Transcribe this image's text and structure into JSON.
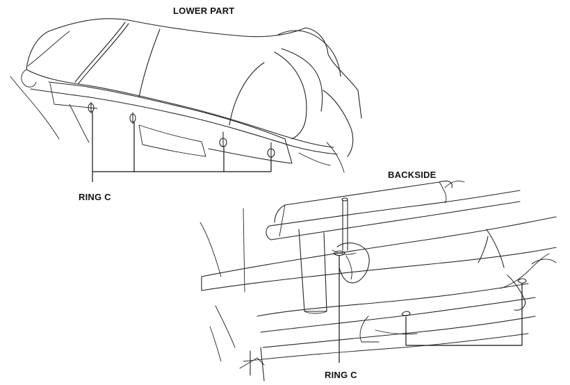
{
  "labels": {
    "lower_part": "LOWER PART",
    "backside": "BACKSIDE",
    "ring_c_top": "RING C",
    "ring_c_bottom": "RING C"
  }
}
